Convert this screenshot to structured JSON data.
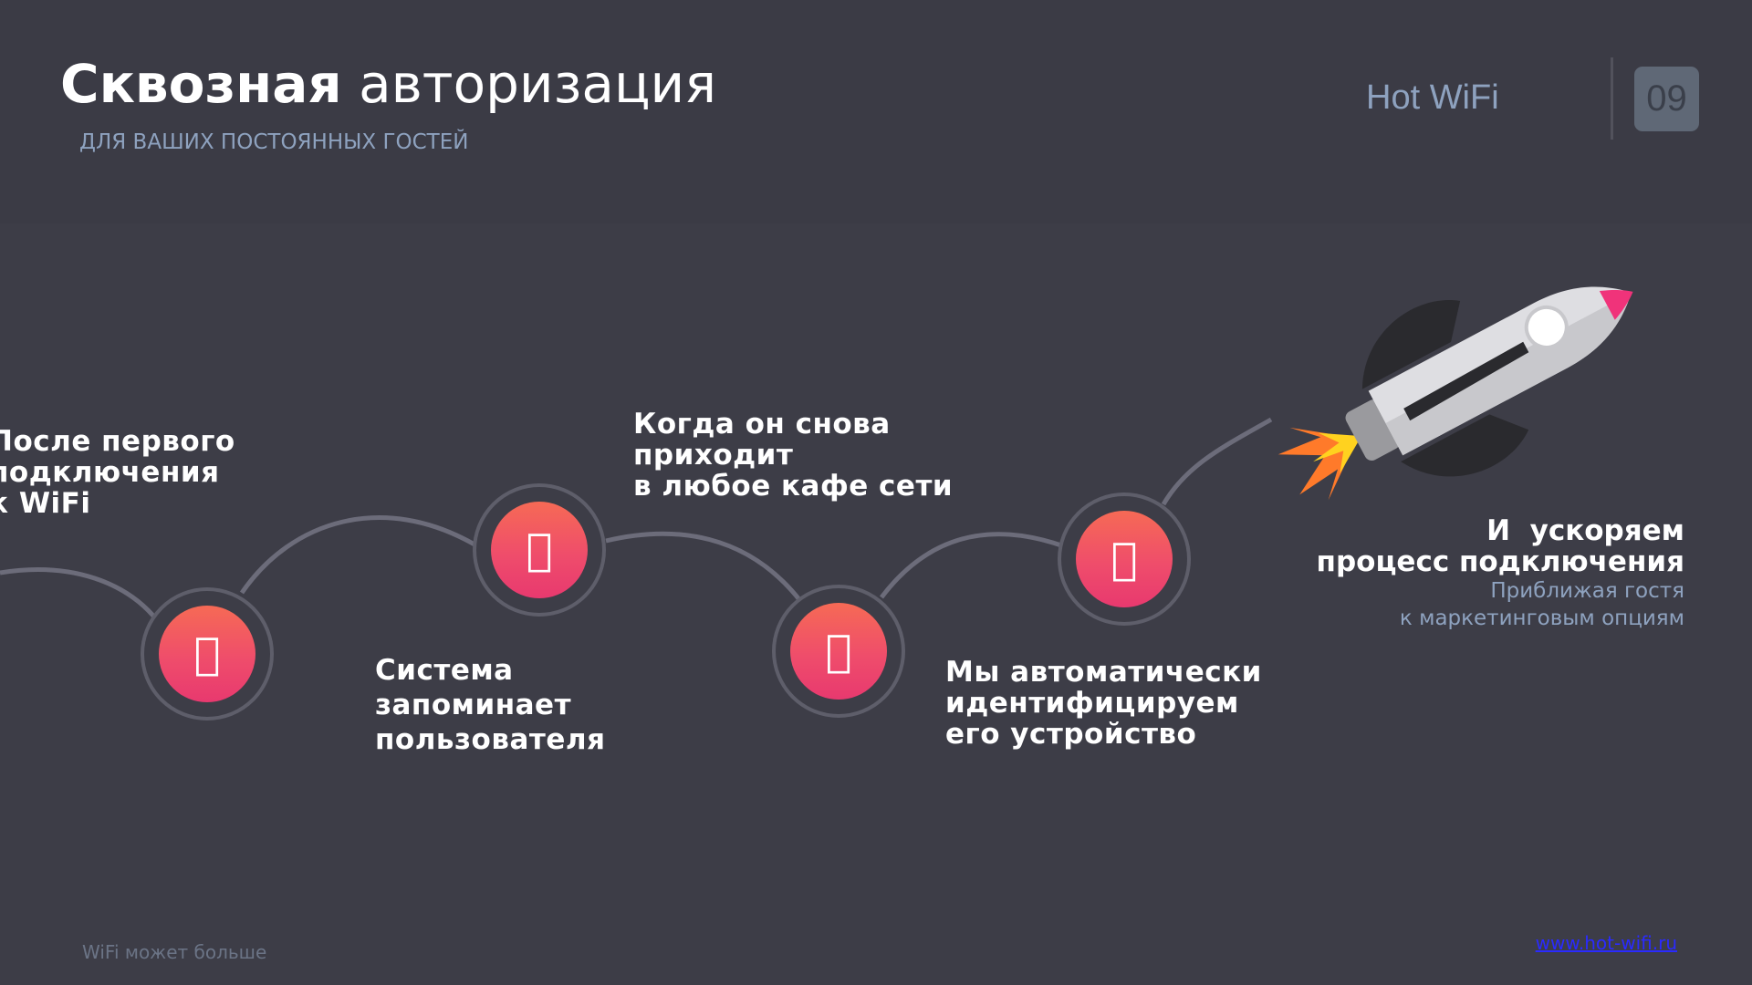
{
  "header": {
    "title_bold": "Сквозная",
    "title_rest": "авторизация",
    "subtitle": "ДЛЯ ВАШИХ ПОСТОЯННЫХ ГОСТЕЙ",
    "brand": "Hot WiFi",
    "page_number": "09"
  },
  "steps": [
    {
      "lines": [
        "После первого",
        "подключения",
        "к WiFi"
      ],
      "icon": "wifi-icon"
    },
    {
      "lines": [
        "Система",
        "запоминает",
        "пользователя"
      ],
      "icon": "user-icon"
    },
    {
      "lines": [
        "Когда он снова",
        "приходит",
        "в любое кафе сети"
      ],
      "icon": "cafe-icon"
    },
    {
      "lines": [
        "Мы автоматически",
        "идентифицируем",
        "его устройство"
      ],
      "icon": "smartphone-icon"
    }
  ],
  "final": {
    "line1": "И  ускоряем",
    "line2": "процесс подключения",
    "desc1": "Приближая гостя",
    "desc2": "к маркетинговым опциям"
  },
  "footer": {
    "tagline": "WiFi может больше",
    "link": "www.hot-wifi.ru"
  },
  "colors": {
    "background": "#3d3d47",
    "accent_pink": "#ef4d6b",
    "accent_orange": "#f66a55",
    "muted_text": "#8ea2bf",
    "path": "#6c6c7a"
  }
}
